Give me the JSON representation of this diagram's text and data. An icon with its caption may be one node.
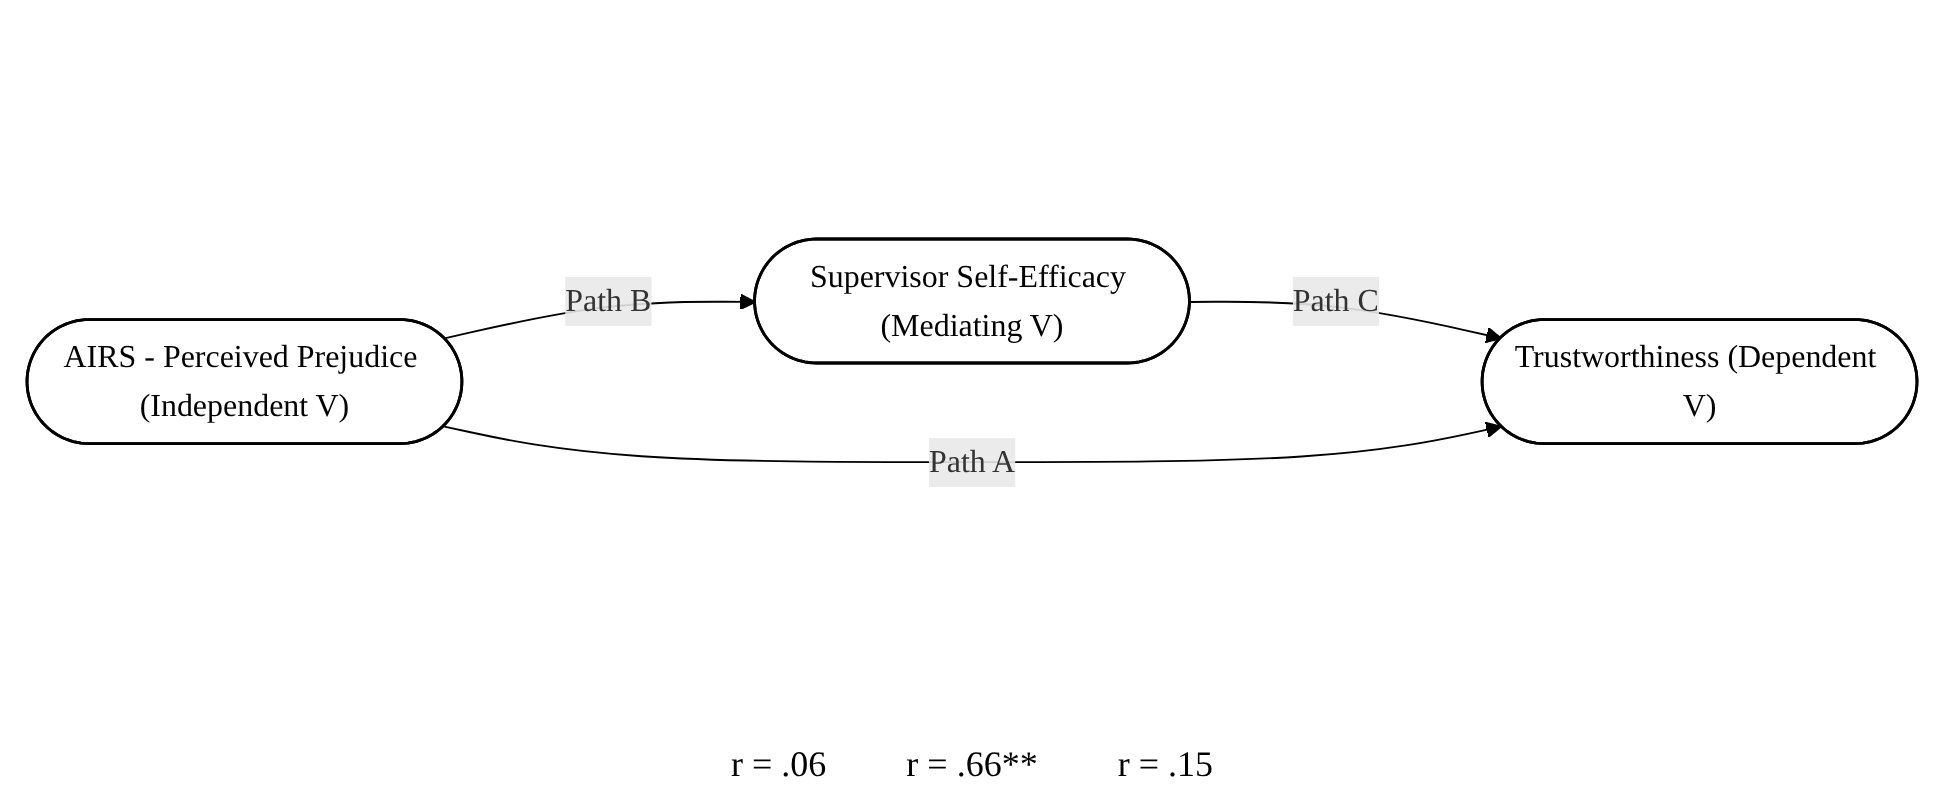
{
  "diagram": {
    "nodes": [
      {
        "text": [
          "Supervisor Self-Efficacy (Mediating V)"
        ]
      },
      {
        "text": [
          "AIRS - Perceived Prejudice (Independent V)"
        ]
      },
      {
        "text": [
          "Trustworthiness (Dependent V)"
        ]
      }
    ],
    "edges": [
      {
        "from": 1,
        "to": 0,
        "arrow": "to",
        "label": "Path B"
      },
      {
        "from": 0,
        "to": 2,
        "arrow": "to",
        "label": "Path C"
      },
      {
        "from": 1,
        "to": 2,
        "arrow": "to",
        "label": "Path A"
      }
    ],
    "labels": [
      "r = .06",
      "r = .66**",
      "r = .15"
    ]
  }
}
